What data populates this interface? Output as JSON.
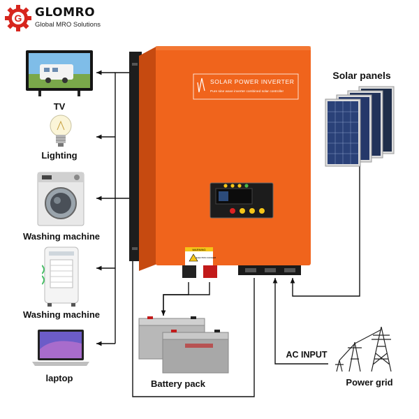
{
  "brand": {
    "name": "GLOMRO",
    "tagline": "Global MRO Solutions",
    "logo_letter": "G",
    "color": "#d7261e"
  },
  "loads": [
    {
      "label": "TV",
      "icon": "tv-icon"
    },
    {
      "label": "Lighting",
      "icon": "light-bulb-icon"
    },
    {
      "label": "Washing machine",
      "icon": "washing-machine-icon"
    },
    {
      "label": "Washing machine",
      "icon": "air-cooler-icon"
    },
    {
      "label": "laptop",
      "icon": "laptop-icon"
    }
  ],
  "inverter": {
    "title": "SOLAR POWER INVERTER",
    "subtitle": "Pure sine wave inverter combined solar controller",
    "warning": "WARNING",
    "electric_danger": "ELECTRIC DANGER",
    "body_color": "#f0641c"
  },
  "components": {
    "solar": "Solar panels",
    "battery": "Battery pack",
    "grid": "Power grid",
    "ac_input": "AC INPUT"
  },
  "colors": {
    "wire": "#111111",
    "inverter": "#f0641c",
    "inverter_dark": "#c64a10",
    "brand_red": "#d7261e"
  }
}
